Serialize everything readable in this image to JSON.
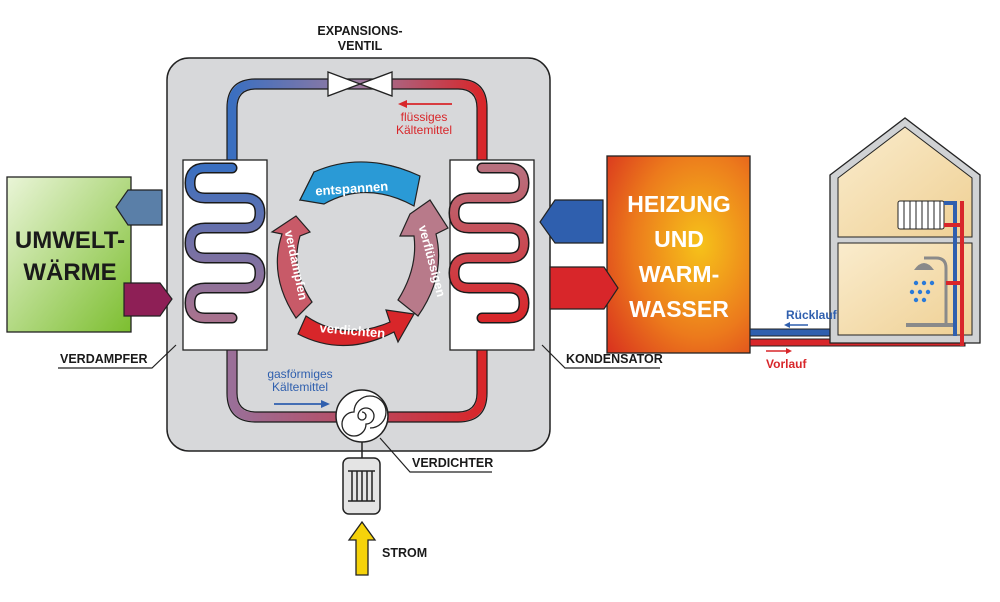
{
  "labels": {
    "expansion_line1": "EXPANSIONS-",
    "expansion_line2": "VENTIL",
    "liquid_line1": "flüssiges",
    "liquid_line2": "Kältemittel",
    "gas_line1": "gasförmiges",
    "gas_line2": "Kältemittel",
    "evaporator": "VERDAMPFER",
    "condenser": "KONDENSATOR",
    "compressor": "VERDICHTER",
    "power": "STROM",
    "env_line1": "UMWELT-",
    "env_line2": "WÄRME",
    "heat_line1": "HEIZUNG",
    "heat_line2": "UND",
    "heat_line3": "WARM-",
    "heat_line4": "WASSER",
    "return_flow": "Rücklauf",
    "supply_flow": "Vorlauf"
  },
  "cycle": {
    "expand": "entspannen",
    "liquefy": "verflüssigen",
    "compress": "verdichten",
    "evaporate": "verdampfen"
  },
  "colors": {
    "cold": "#3a6fc0",
    "hot": "#d8262a",
    "env_green": "#7cbe2f",
    "heat_orange": "#e85a1c",
    "housing": "#d7d8da",
    "house": "#f3dca8",
    "power_yellow": "#f5d20a"
  }
}
